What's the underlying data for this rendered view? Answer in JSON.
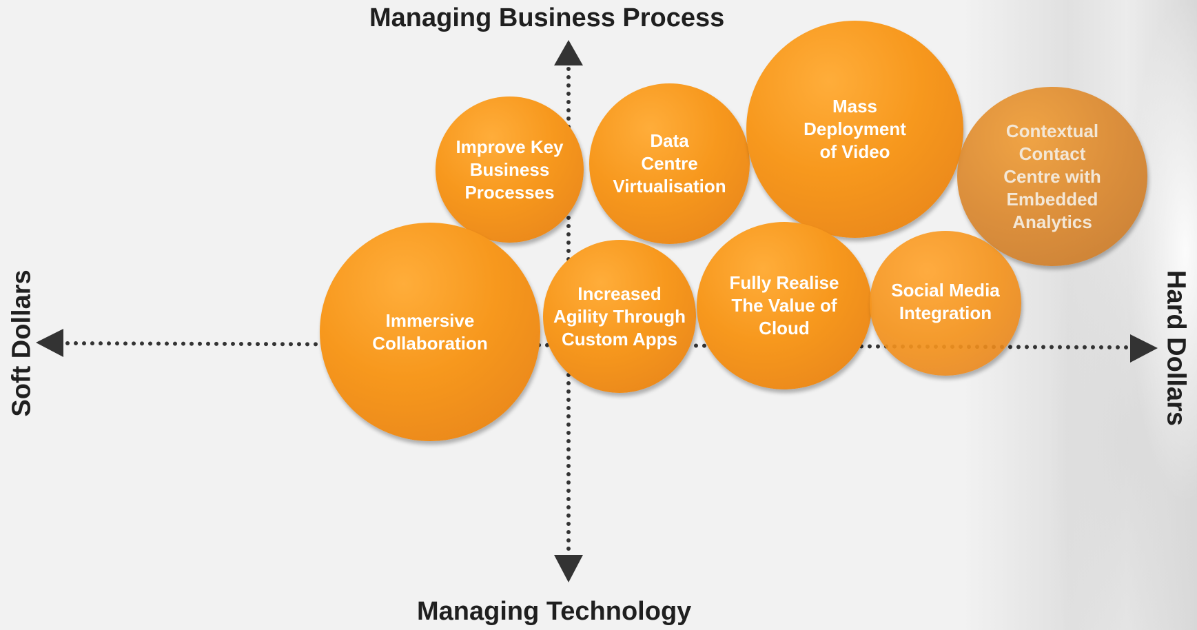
{
  "axes": {
    "top": "Managing Business Process",
    "bottom": "Managing Technology",
    "left": "Soft Dollars",
    "right": "Hard Dollars"
  },
  "bubbles": [
    {
      "label": "Improve Key\nBusiness\nProcesses"
    },
    {
      "label": "Data\nCentre\nVirtualisation"
    },
    {
      "label": "Mass\nDeployment\nof Video"
    },
    {
      "label": "Contextual\nContact\nCentre with\nEmbedded\nAnalytics"
    },
    {
      "label": "Immersive\nCollaboration"
    },
    {
      "label": "Increased\nAgility Through\nCustom Apps"
    },
    {
      "label": "Fully Realise\nThe Value of\nCloud"
    },
    {
      "label": "Social Media\nIntegration"
    }
  ],
  "colors": {
    "bubble_orange": "#f7981d",
    "axis_dark": "#333333",
    "title_text": "#1f1f1f"
  }
}
